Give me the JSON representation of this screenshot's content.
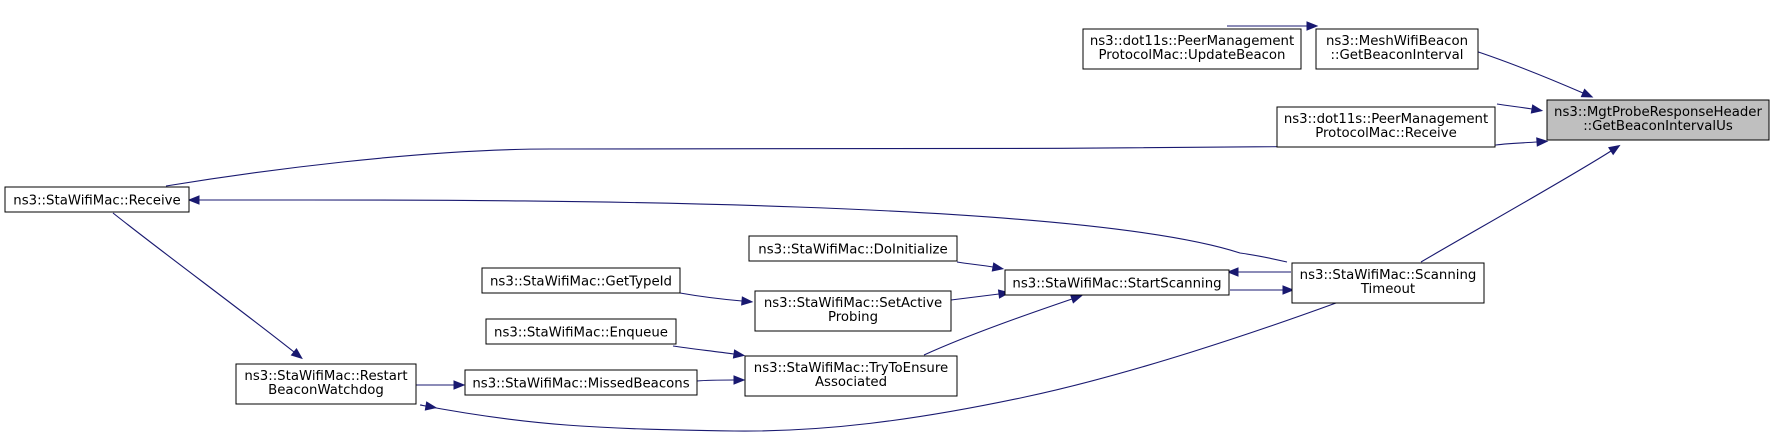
{
  "graph": {
    "nodes": [
      {
        "id": "root",
        "lines": [
          "ns3::MgtProbeResponseHeader",
          "::GetBeaconIntervalUs"
        ],
        "highlight": true
      },
      {
        "id": "meshBeacon",
        "lines": [
          "ns3::MeshWifiBeacon",
          "::GetBeaconInterval"
        ]
      },
      {
        "id": "updateBeacon",
        "lines": [
          "ns3::dot11s::PeerManagement",
          "ProtocolMac::UpdateBeacon"
        ]
      },
      {
        "id": "pmReceive",
        "lines": [
          "ns3::dot11s::PeerManagement",
          "ProtocolMac::Receive"
        ]
      },
      {
        "id": "staReceive",
        "lines": [
          "ns3::StaWifiMac::Receive"
        ]
      },
      {
        "id": "scanTimeout",
        "lines": [
          "ns3::StaWifiMac::Scanning",
          "Timeout"
        ]
      },
      {
        "id": "startScan",
        "lines": [
          "ns3::StaWifiMac::StartScanning"
        ]
      },
      {
        "id": "doInit",
        "lines": [
          "ns3::StaWifiMac::DoInitialize"
        ]
      },
      {
        "id": "setActive",
        "lines": [
          "ns3::StaWifiMac::SetActive",
          "Probing"
        ]
      },
      {
        "id": "getTypeId",
        "lines": [
          "ns3::StaWifiMac::GetTypeId"
        ]
      },
      {
        "id": "enqueue",
        "lines": [
          "ns3::StaWifiMac::Enqueue"
        ]
      },
      {
        "id": "tryEnsure",
        "lines": [
          "ns3::StaWifiMac::TryToEnsure",
          "Associated"
        ]
      },
      {
        "id": "missed",
        "lines": [
          "ns3::StaWifiMac::MissedBeacons"
        ]
      },
      {
        "id": "restart",
        "lines": [
          "ns3::StaWifiMac::Restart",
          "BeaconWatchdog"
        ]
      }
    ],
    "edges": [
      {
        "from": "meshBeacon",
        "to": "root"
      },
      {
        "from": "updateBeacon",
        "to": "meshBeacon"
      },
      {
        "from": "pmReceive",
        "to": "root"
      },
      {
        "from": "staReceive",
        "to": "root"
      },
      {
        "from": "scanTimeout",
        "to": "root"
      },
      {
        "from": "scanTimeout",
        "to": "staReceive"
      },
      {
        "from": "startScan",
        "to": "scanTimeout"
      },
      {
        "from": "scanTimeout",
        "to": "startScan"
      },
      {
        "from": "doInit",
        "to": "startScan"
      },
      {
        "from": "setActive",
        "to": "startScan"
      },
      {
        "from": "getTypeId",
        "to": "setActive"
      },
      {
        "from": "tryEnsure",
        "to": "startScan"
      },
      {
        "from": "enqueue",
        "to": "tryEnsure"
      },
      {
        "from": "missed",
        "to": "tryEnsure"
      },
      {
        "from": "restart",
        "to": "missed"
      },
      {
        "from": "staReceive",
        "to": "restart"
      },
      {
        "from": "scanTimeout",
        "to": "restart"
      }
    ],
    "colors": {
      "edge": "#191970",
      "highlight_fill": "#bfbfbf",
      "node_fill": "#ffffff",
      "node_stroke": "#000000"
    }
  }
}
